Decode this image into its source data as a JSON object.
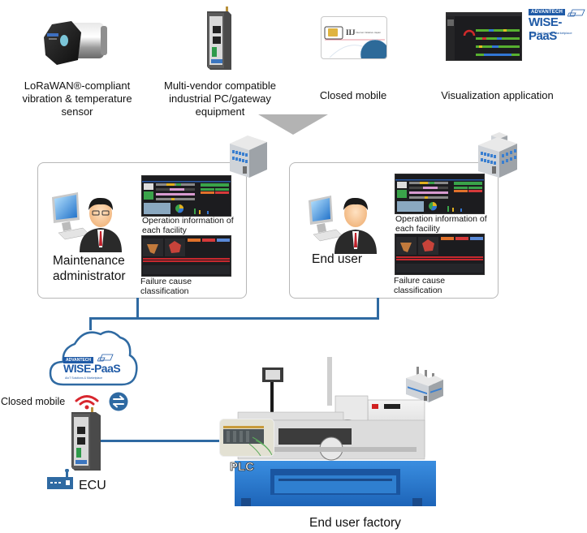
{
  "top_row": {
    "items": [
      {
        "id": "sensor",
        "caption": "LoRaWAN®-compliant vibration & temperature sensor",
        "lines": [
          "LoRaWAN®-compliant",
          "vibration & temperature",
          "sensor"
        ],
        "icon": "vibration-sensor-icon"
      },
      {
        "id": "gateway",
        "caption": "Multi-vendor compatible industrial PC/gateway equipment",
        "lines": [
          "Multi-vendor compatible",
          "industrial PC/gateway",
          "equipment"
        ],
        "icon": "gateway-device-icon"
      },
      {
        "id": "sim",
        "caption": "Closed mobile",
        "lines": [
          "Closed mobile"
        ],
        "icon": "sim-card-icon",
        "sim_brand": "IIJ",
        "sim_brand_sub": "Internet Initiative Japan"
      },
      {
        "id": "viz",
        "caption": "Visualization application",
        "lines": [
          "Visualization application"
        ],
        "icon": "dashboard-screenshot-icon"
      }
    ],
    "logo": {
      "brand": "ADVANTECH",
      "product": "WISE-PaaS",
      "tagline": "AIoT Solutions & Marketplace"
    }
  },
  "panels": [
    {
      "id": "maintenance",
      "role_lines": [
        "Maintenance",
        "administrator"
      ],
      "screens": [
        {
          "caption_lines": [
            "Operation information of",
            "each facility"
          ]
        },
        {
          "caption_lines": [
            "Failure cause",
            "classification"
          ]
        }
      ]
    },
    {
      "id": "enduser",
      "role_lines": [
        "End user"
      ],
      "screens": [
        {
          "caption_lines": [
            "Operation information of",
            "each facility"
          ]
        },
        {
          "caption_lines": [
            "Failure cause",
            "classification"
          ]
        }
      ]
    }
  ],
  "cloud": {
    "brand": "ADVANTECH",
    "product": "WISE-PaaS",
    "tagline": "AIoT Solutions & Marketplace"
  },
  "bottom": {
    "closed_mobile_label": "Closed mobile",
    "ecu_label": "ECU",
    "plc_label": "PLC",
    "factory_label": "End user factory"
  },
  "colors": {
    "wire": "#2f6aa2",
    "wifi": "#d8262e",
    "sync_circle": "#2f6aa2",
    "lathe_blue": "#2f7fd0",
    "panel_border": "#b7b7b7",
    "arrow_gray": "#b3b3b3",
    "advantech_blue": "#1f5aa6"
  }
}
